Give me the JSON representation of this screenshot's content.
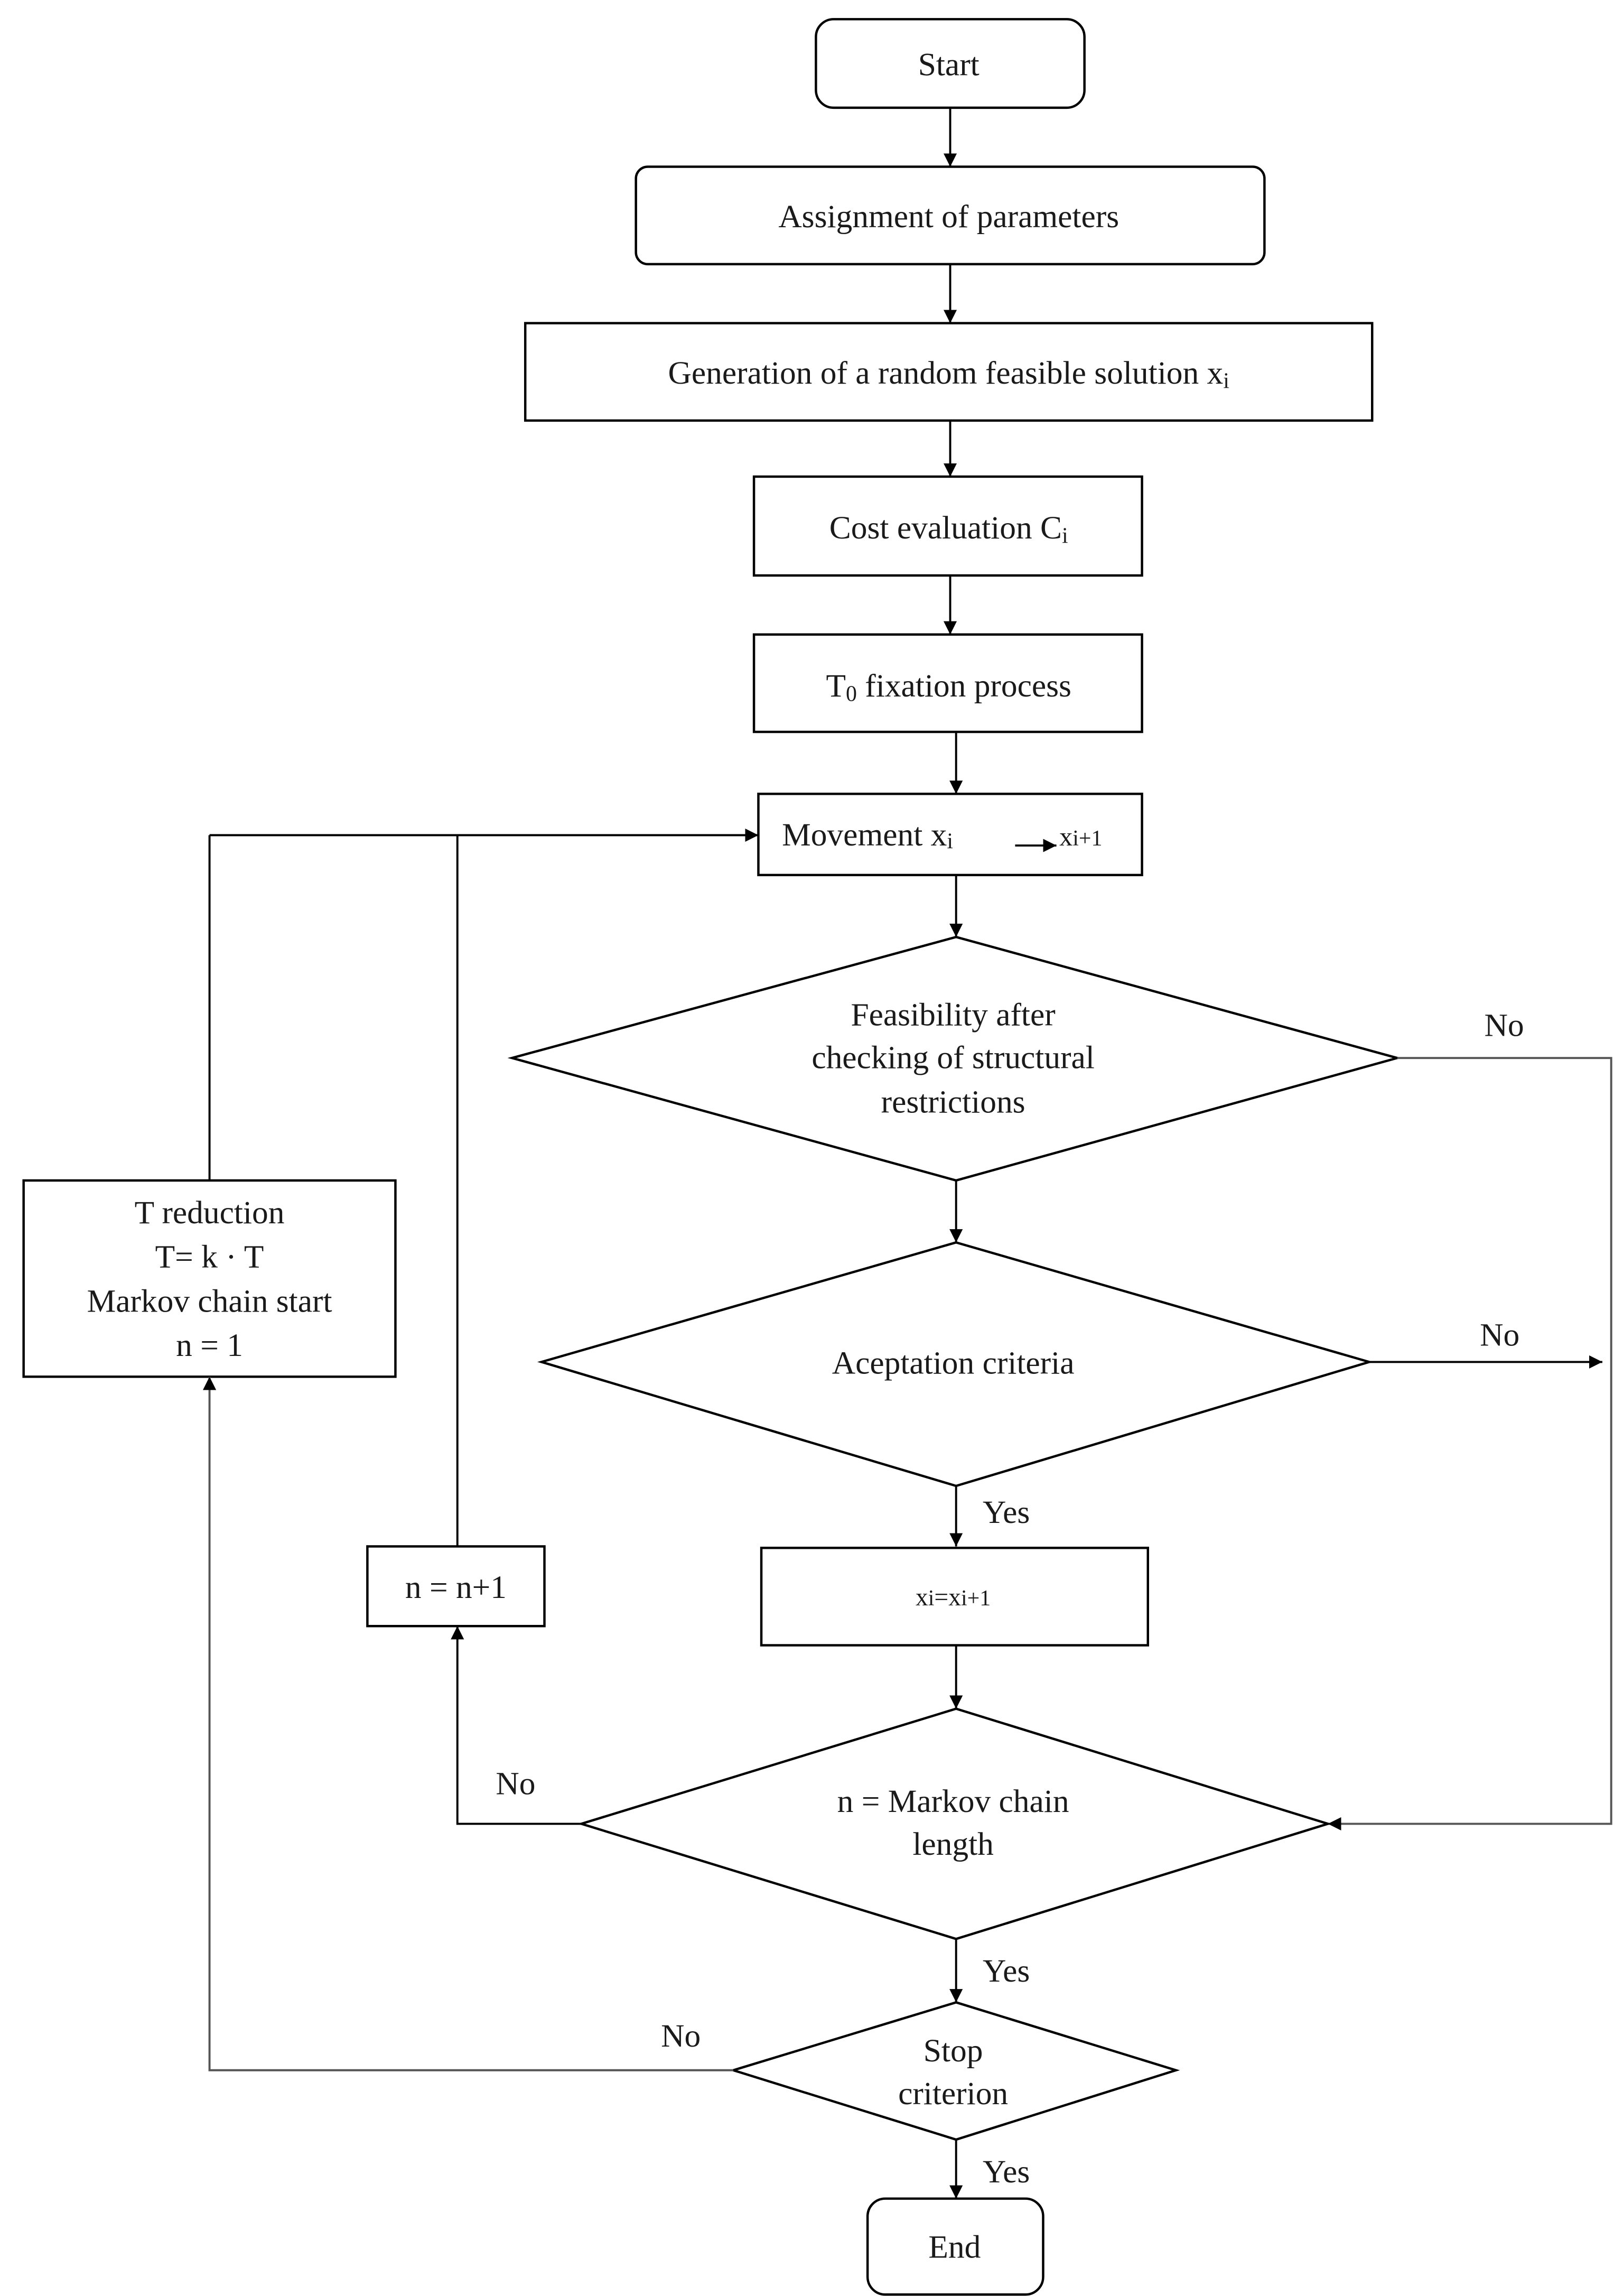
{
  "nodes": {
    "start": "Start",
    "assignment": "Assignment of parameters",
    "generation": "Generation of a random feasible solution x",
    "generation_sub": "i",
    "cost": "Cost evaluation C",
    "cost_sub": "i",
    "t0_main": "T",
    "t0_sub": "0",
    "t0_rest": " fixation process",
    "movement": "Movement  x",
    "movement_sub1": "i",
    "movement_x2": "x",
    "movement_sub2": "i+1",
    "feasibility": [
      "Feasibility after",
      "checking of structural",
      "restrictions"
    ],
    "acceptation": "Aceptation criteria",
    "update_x1": "x",
    "update_sub1": "i",
    "update_eq": "=x",
    "update_sub2": "i+1",
    "markov_length": [
      "n = Markov chain",
      "length"
    ],
    "stop": [
      "Stop",
      "criterion"
    ],
    "end": "End",
    "t_reduction": [
      "T reduction",
      "T= k · T",
      "Markov chain start",
      "n = 1"
    ],
    "n_increment": "n = n+1"
  },
  "edge_labels": {
    "feasibility_no": "No",
    "acceptation_no": "No",
    "acceptation_yes": "Yes",
    "markov_no": "No",
    "markov_yes": "Yes",
    "stop_no": "No",
    "stop_yes": "Yes"
  }
}
